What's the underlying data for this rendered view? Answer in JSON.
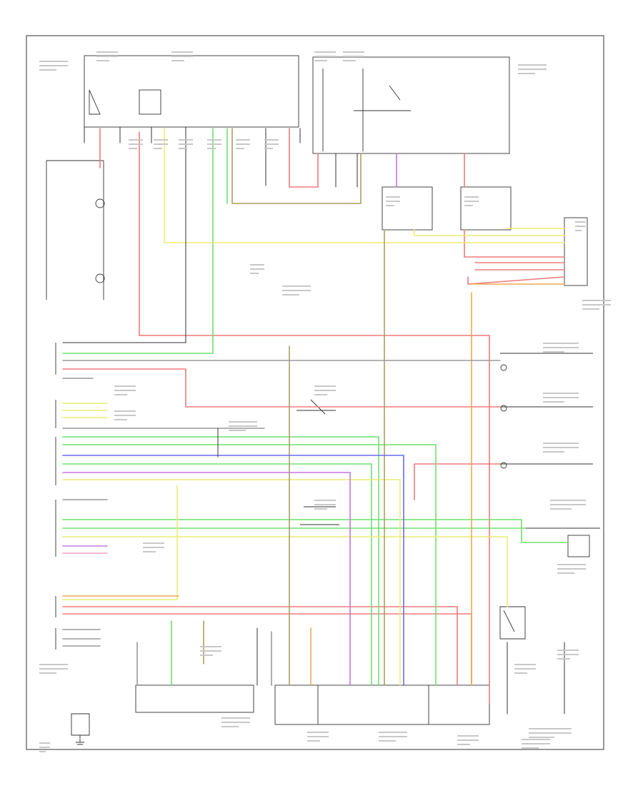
{
  "diagram": {
    "footer_code": "",
    "components": [
      {
        "id": "combination-meter",
        "label": ""
      },
      {
        "id": "combination-switch",
        "label": ""
      },
      {
        "id": "dimmer-switch",
        "label": ""
      },
      {
        "id": "light-control-switch",
        "label": ""
      },
      {
        "id": "fog-light-switch",
        "label": ""
      },
      {
        "id": "daytime-running-light-relay",
        "label": ""
      },
      {
        "id": "headlight-relay",
        "label": ""
      },
      {
        "id": "left-headlight",
        "label": ""
      },
      {
        "id": "right-headlight",
        "label": ""
      },
      {
        "id": "taillight-relay",
        "label": ""
      },
      {
        "id": "left-front-parking-light",
        "label": ""
      },
      {
        "id": "right-front-parking-light",
        "label": ""
      },
      {
        "id": "left-front-side-marker",
        "label": ""
      },
      {
        "id": "right-front-side-marker",
        "label": ""
      },
      {
        "id": "left-rear-combination-light",
        "label": ""
      },
      {
        "id": "right-rear-combination-light",
        "label": ""
      },
      {
        "id": "license-plate-light",
        "label": ""
      },
      {
        "id": "parking-brake-switch",
        "label": ""
      },
      {
        "id": "engine-control-module",
        "label": ""
      },
      {
        "id": "junction-block",
        "label": ""
      }
    ],
    "wire_colors": {
      "red": "#f07a7a",
      "green": "#6fe06f",
      "yellow": "#ecec74",
      "olive": "#a8a060",
      "blue": "#6a6af0",
      "violet": "#c078e0",
      "orange": "#f0a850",
      "grey": "#9a9a9a",
      "pink": "#f2a0c4",
      "black": "#333333"
    }
  }
}
